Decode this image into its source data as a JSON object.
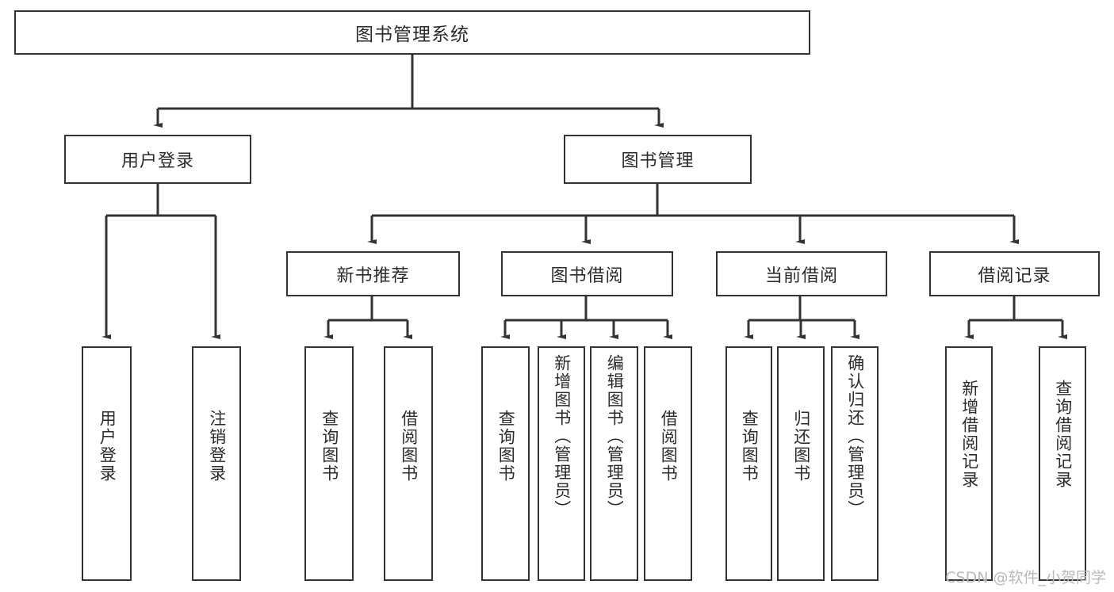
{
  "diagram": {
    "title": "图书管理系统",
    "type": "hierarchy-tree",
    "watermark": "CSDN @软件_小贺同学",
    "colors": {
      "stroke": "#333333",
      "fill": "#ffffff",
      "text": "#2b2b2b",
      "watermark": "#b9b9b9"
    },
    "nodes": {
      "root": {
        "label": "图书管理系统"
      },
      "level2": [
        {
          "id": "user-login",
          "label": "用户登录"
        },
        {
          "id": "book-manage",
          "label": "图书管理"
        }
      ],
      "level3": [
        {
          "id": "new-book-recommend",
          "label": "新书推荐"
        },
        {
          "id": "book-borrow",
          "label": "图书借阅"
        },
        {
          "id": "current-borrow",
          "label": "当前借阅"
        },
        {
          "id": "borrow-record",
          "label": "借阅记录"
        }
      ],
      "leaves": [
        {
          "id": "leaf-user-login",
          "label": "用户登录",
          "parent": "user-login"
        },
        {
          "id": "leaf-logout-login",
          "label": "注销登录",
          "parent": "user-login"
        },
        {
          "id": "leaf-query-book-1",
          "label": "查询图书",
          "parent": "new-book-recommend"
        },
        {
          "id": "leaf-borrow-book-1",
          "label": "借阅图书",
          "parent": "new-book-recommend"
        },
        {
          "id": "leaf-query-book-2",
          "label": "查询图书",
          "parent": "book-borrow"
        },
        {
          "id": "leaf-add-book",
          "label": "新增图书（管理员）",
          "parent": "book-borrow"
        },
        {
          "id": "leaf-edit-book",
          "label": "编辑图书（管理员）",
          "parent": "book-borrow"
        },
        {
          "id": "leaf-borrow-book-2",
          "label": "借阅图书",
          "parent": "book-borrow"
        },
        {
          "id": "leaf-query-book-3",
          "label": "查询图书",
          "parent": "current-borrow"
        },
        {
          "id": "leaf-return-book",
          "label": "归还图书",
          "parent": "current-borrow"
        },
        {
          "id": "leaf-confirm-return",
          "label": "确认归还（管理员）",
          "parent": "current-borrow"
        },
        {
          "id": "leaf-add-record",
          "label": "新增借阅记录",
          "parent": "borrow-record"
        },
        {
          "id": "leaf-query-record",
          "label": "查询借阅记录",
          "parent": "borrow-record"
        }
      ]
    }
  }
}
